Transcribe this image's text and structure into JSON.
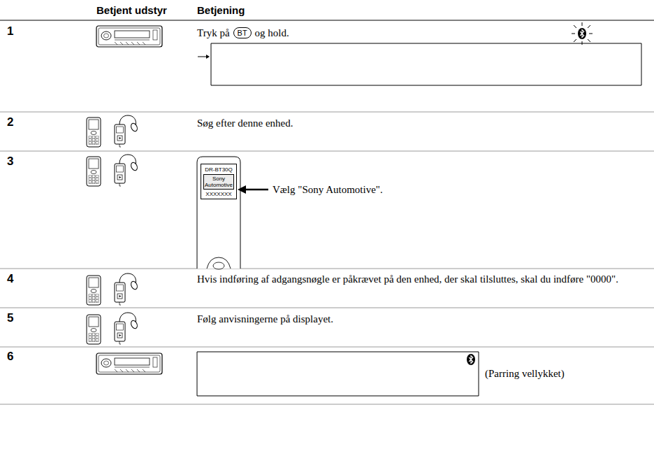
{
  "diagram": {
    "nodes": [
      {
        "text": [
          "BT"
        ]
      },
      {
        "text": [
          "DR-BT30Q",
          "XXXXXXX"
        ]
      },
      {
        "text": [
          "Sony Automotive"
        ],
        "in": 1
      }
    ],
    "labels": [
      "Betjent udstyr",
      "Betjening",
      "1",
      "Tryk på",
      "og hold.",
      "2",
      "Søg efter denne enhed.",
      "3",
      "Vælg \"Sony Automotive\".",
      "4",
      "Hvis indføring af adgangsnøgle er påkrævet på den enhed, der skal tilsluttes, skal du indføre \"0000\".",
      "5",
      "Følg anvisningerne på displayet.",
      "6",
      "(Parring vellykket)"
    ]
  }
}
